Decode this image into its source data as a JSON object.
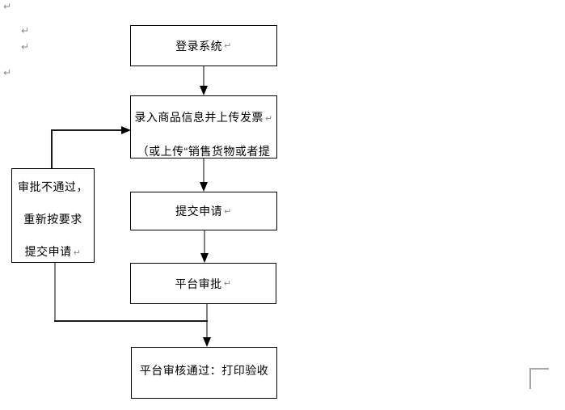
{
  "document": {
    "background": "#ffffff",
    "paragraph_mark": "↵"
  },
  "colors": {
    "box_border": "#000000",
    "box_fill": "#ffffff",
    "text": "#000000",
    "connector_gray": "#808080",
    "connector_black": "#1a1a1a",
    "arrowhead": "#000000",
    "paragraph_mark_gray": "#8a8a8a",
    "text_boundary_gray": "#a6a6a6"
  },
  "flowchart": {
    "nodes": {
      "login": {
        "label": "登录系统"
      },
      "entry": {
        "label_line1": "录入商品信息并上传发票",
        "label_line2": "（或上传“销售货物或者提"
      },
      "submit": {
        "label": "提交申请"
      },
      "review": {
        "label": "平台审批"
      },
      "accept": {
        "label": "平台审核通过：打印验收"
      },
      "reject": {
        "label_line1": "审批不通过，",
        "label_line2": "重新按要求",
        "label_line3": "提交申请"
      }
    }
  }
}
